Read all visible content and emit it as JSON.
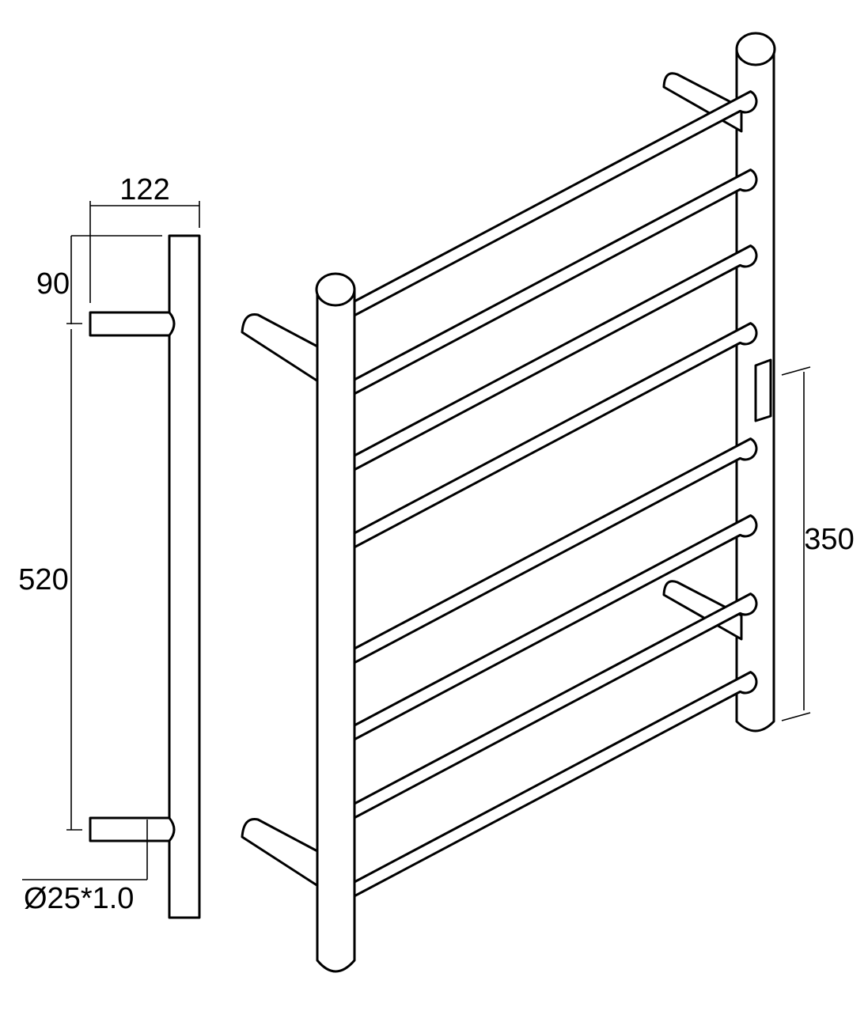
{
  "dimensions": {
    "width_122": "122",
    "height_90": "90",
    "height_520": "520",
    "tube_diameter": "Ø25*1.0",
    "width_350": "350"
  },
  "bar_count": 8
}
